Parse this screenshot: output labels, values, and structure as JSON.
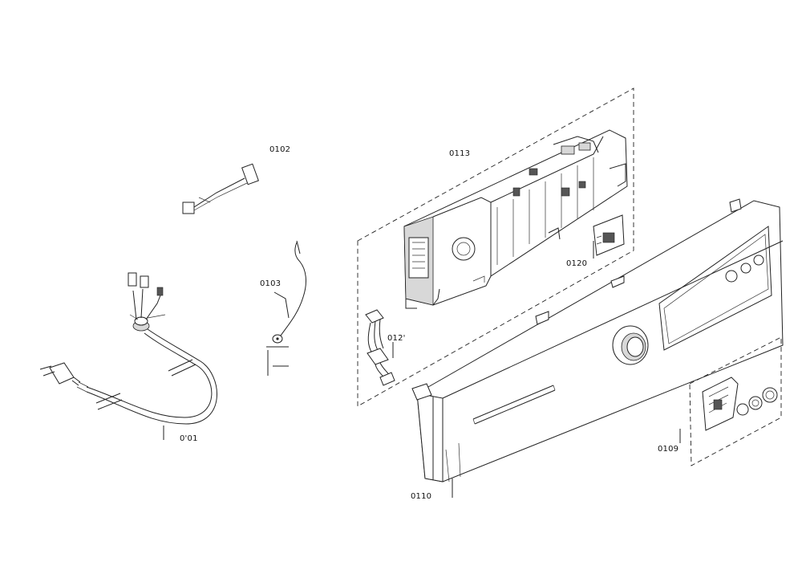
{
  "diagram": {
    "parts": [
      {
        "id": "power-cord",
        "label": "0'01"
      },
      {
        "id": "wire-harness-small",
        "label": "0102"
      },
      {
        "id": "ground-wire",
        "label": "0103"
      },
      {
        "id": "control-module",
        "label": "0113"
      },
      {
        "id": "small-board",
        "label": "0120"
      },
      {
        "id": "connector-harness",
        "label": "012'"
      },
      {
        "id": "fascia-panel",
        "label": "0110"
      },
      {
        "id": "button-assembly",
        "label": "0109"
      }
    ]
  }
}
